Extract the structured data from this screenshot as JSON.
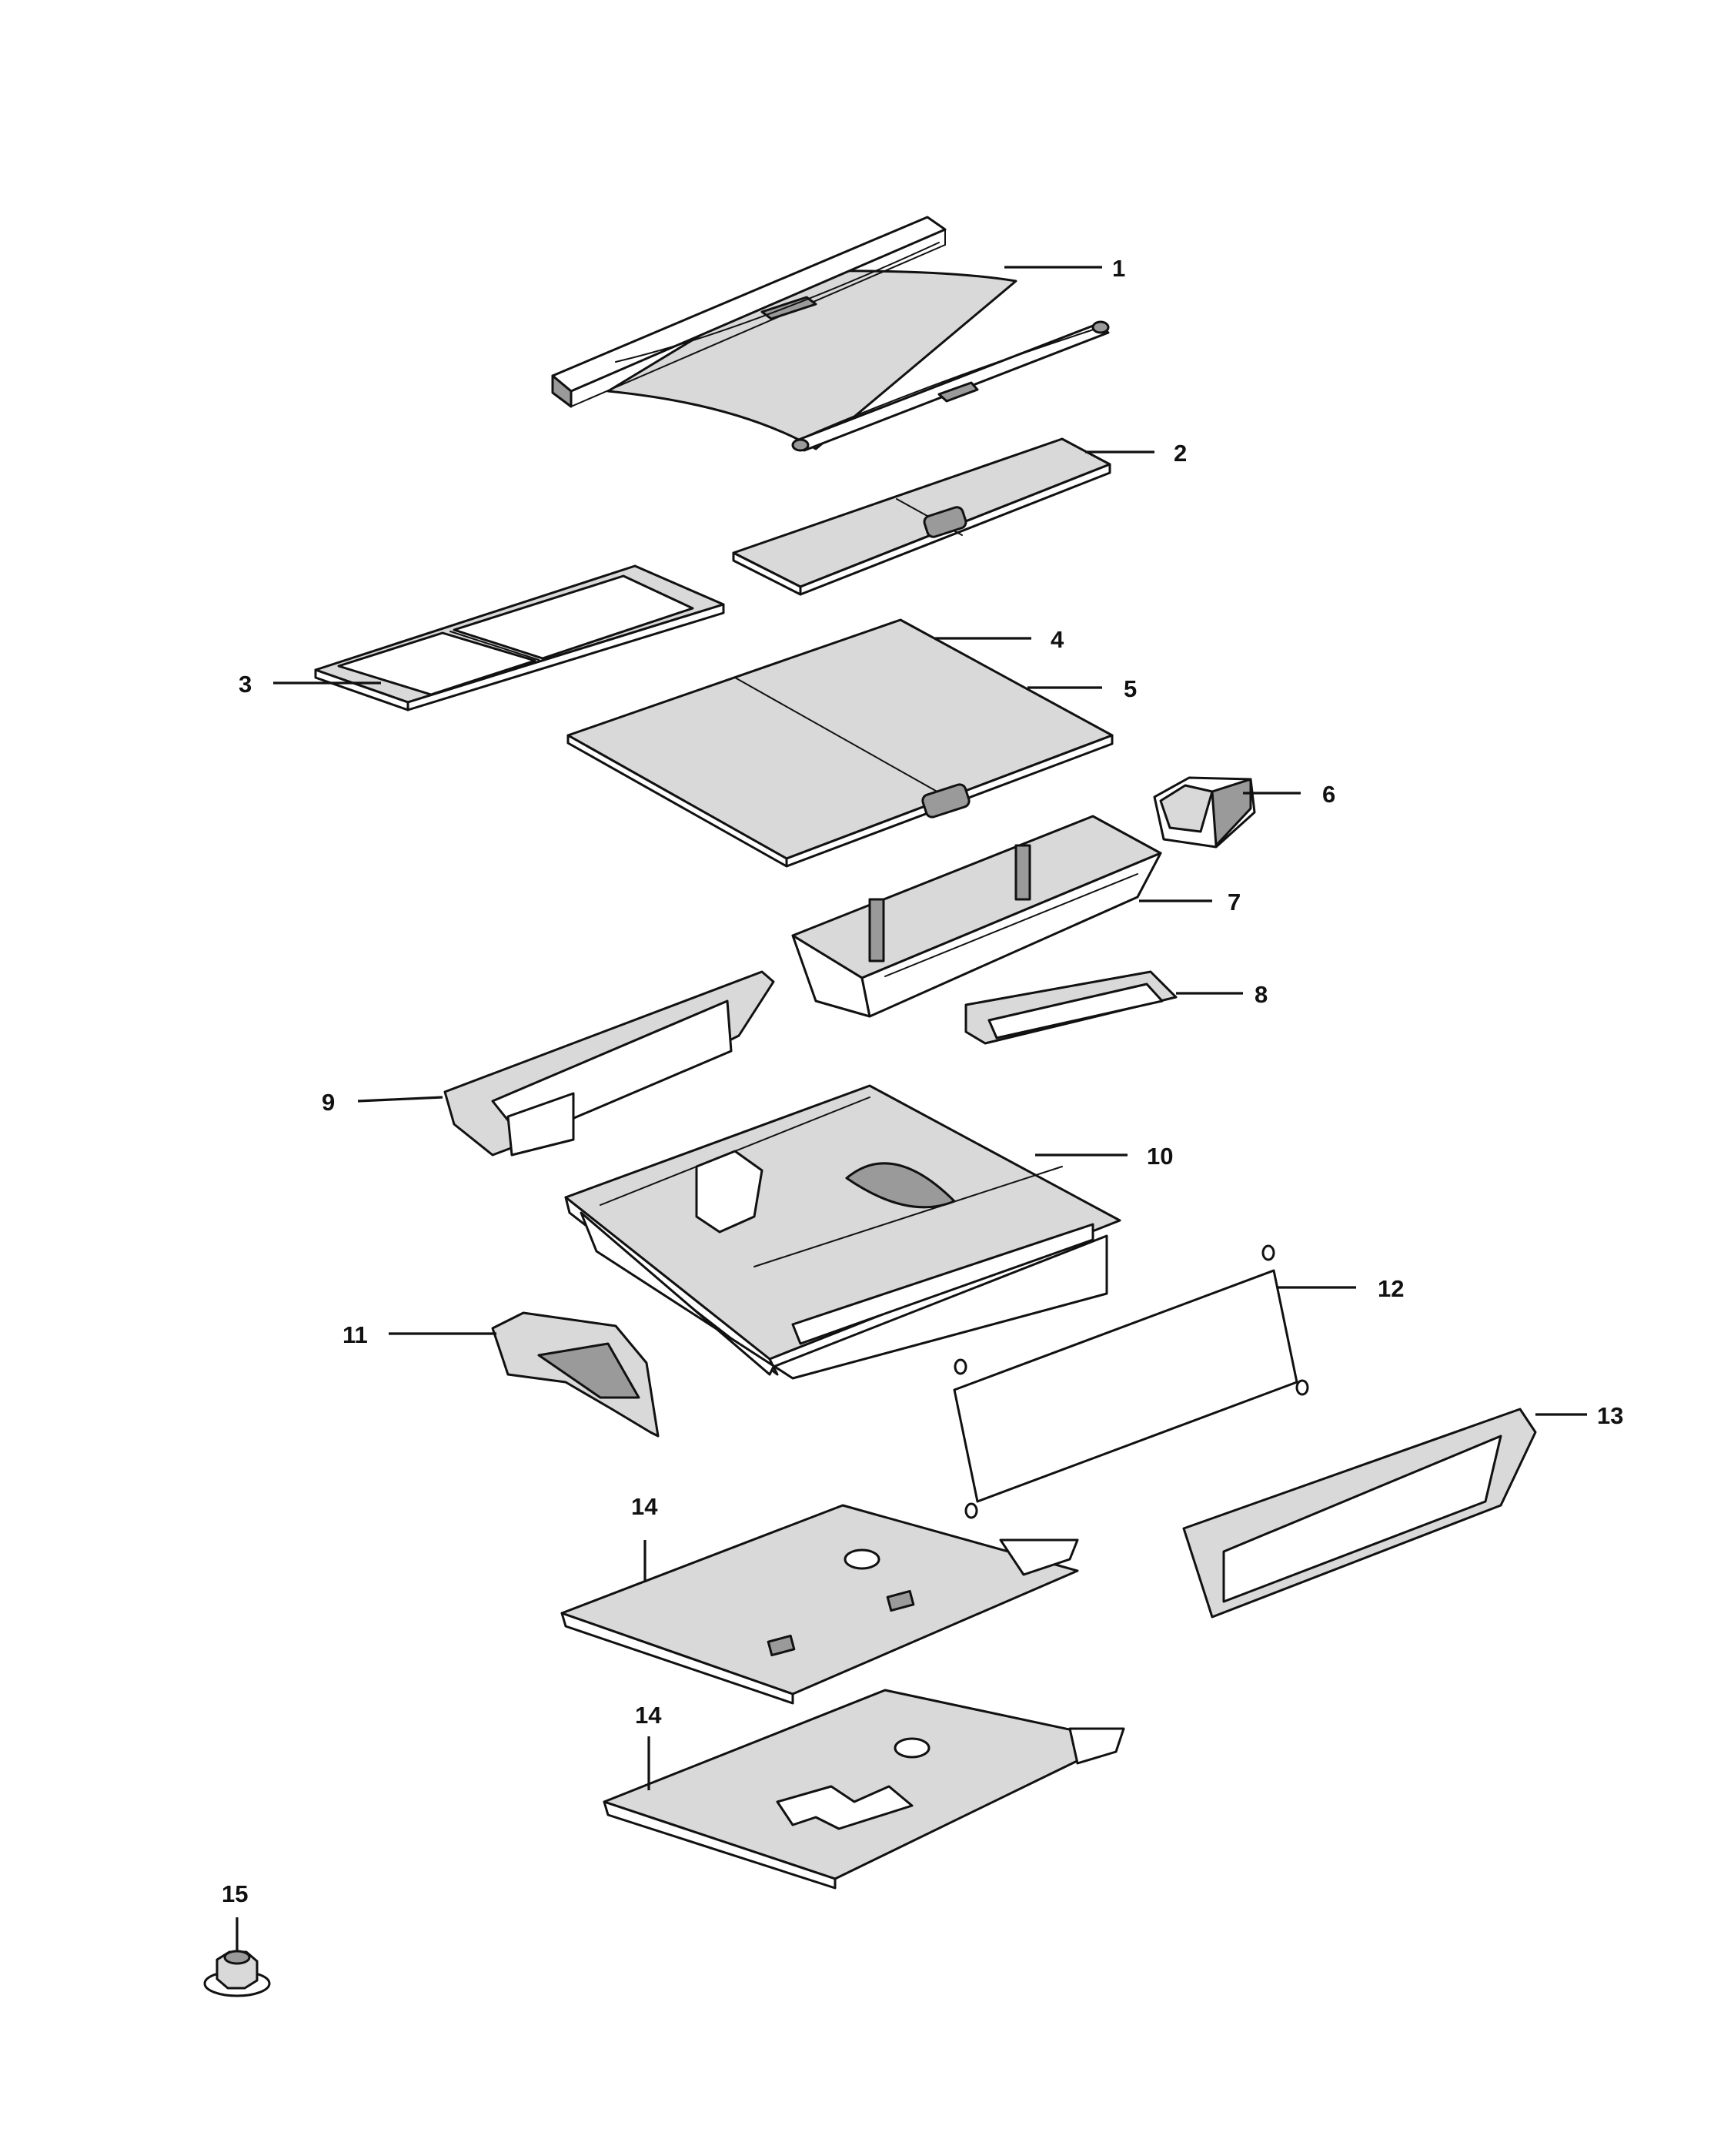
{
  "callouts": [
    {
      "id": "1",
      "label": "1"
    },
    {
      "id": "2",
      "label": "2"
    },
    {
      "id": "3",
      "label": "3"
    },
    {
      "id": "4",
      "label": "4"
    },
    {
      "id": "5",
      "label": "5"
    },
    {
      "id": "6",
      "label": "6"
    },
    {
      "id": "7",
      "label": "7"
    },
    {
      "id": "8",
      "label": "8"
    },
    {
      "id": "9",
      "label": "9"
    },
    {
      "id": "10",
      "label": "10"
    },
    {
      "id": "11",
      "label": "11"
    },
    {
      "id": "12",
      "label": "12"
    },
    {
      "id": "13",
      "label": "13"
    },
    {
      "id": "14a",
      "label": "14"
    },
    {
      "id": "14b",
      "label": "14"
    },
    {
      "id": "15",
      "label": "15"
    }
  ]
}
